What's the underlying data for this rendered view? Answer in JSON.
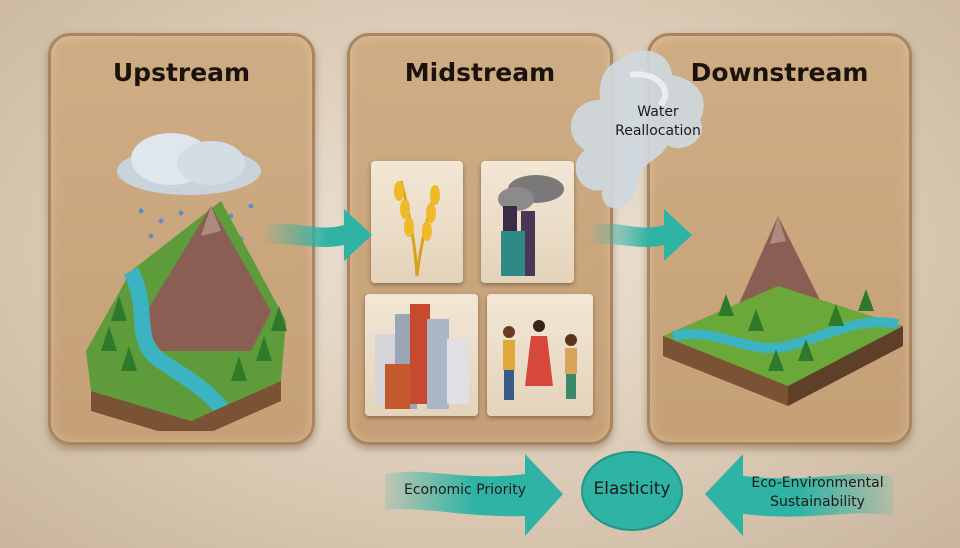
{
  "panels": {
    "upstream": {
      "title": "Upstream"
    },
    "midstream": {
      "title": "Midstream"
    },
    "downstream": {
      "title": "Downstream"
    }
  },
  "cloud_label": {
    "line1": "Water",
    "line2": "Reallocation"
  },
  "bottom": {
    "left_arrow_label": "Economic Priority",
    "center_label": "Elasticity",
    "right_arrow_label_line1": "Eco-Environmental",
    "right_arrow_label_line2": "Sustainability"
  },
  "colors": {
    "teal": "#2fb3a4",
    "panel": "#c9a57c",
    "tile": "#ecdfca"
  }
}
